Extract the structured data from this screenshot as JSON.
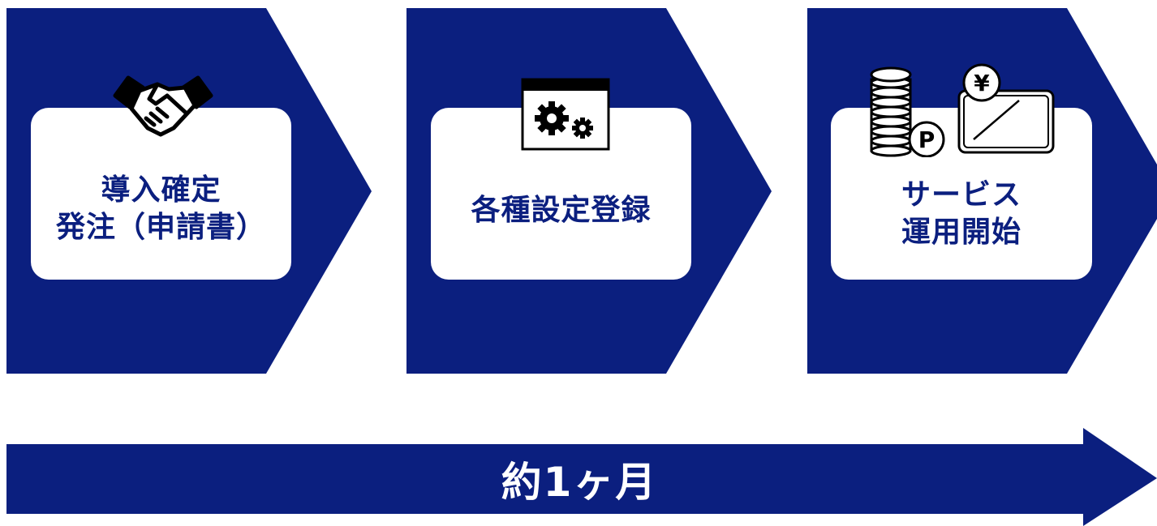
{
  "steps": [
    {
      "lines": [
        "導入確定",
        "発注（申請書）"
      ]
    },
    {
      "lines": [
        "各種設定登録"
      ]
    },
    {
      "lines": [
        "サービス",
        "運用開始"
      ]
    }
  ],
  "duration": {
    "label": "約1ヶ月"
  },
  "icons": {
    "step1": "handshake-icon",
    "step2": "settings-window-icon",
    "step3": "coins-points-card-icon"
  },
  "colors": {
    "navy": "#0b1f7f",
    "white": "#ffffff"
  }
}
